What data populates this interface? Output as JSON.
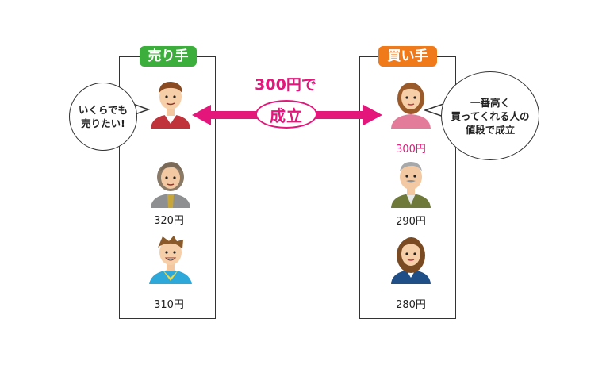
{
  "seller": {
    "tag": "売り手",
    "bubble_lines": [
      "いくらでも",
      "売りたい!"
    ],
    "prices": [
      "320円",
      "310円"
    ]
  },
  "buyer": {
    "tag": "買い手",
    "bubble_lines": [
      "一番高く",
      "買ってくれる人の",
      "値段で成立"
    ],
    "prices": [
      "300円",
      "290円",
      "280円"
    ]
  },
  "deal": {
    "price_label": "300円で",
    "result_label": "成立"
  },
  "colors": {
    "seller_tag": "#3cae3c",
    "buyer_tag": "#f07a1a",
    "accent": "#e4167b"
  }
}
